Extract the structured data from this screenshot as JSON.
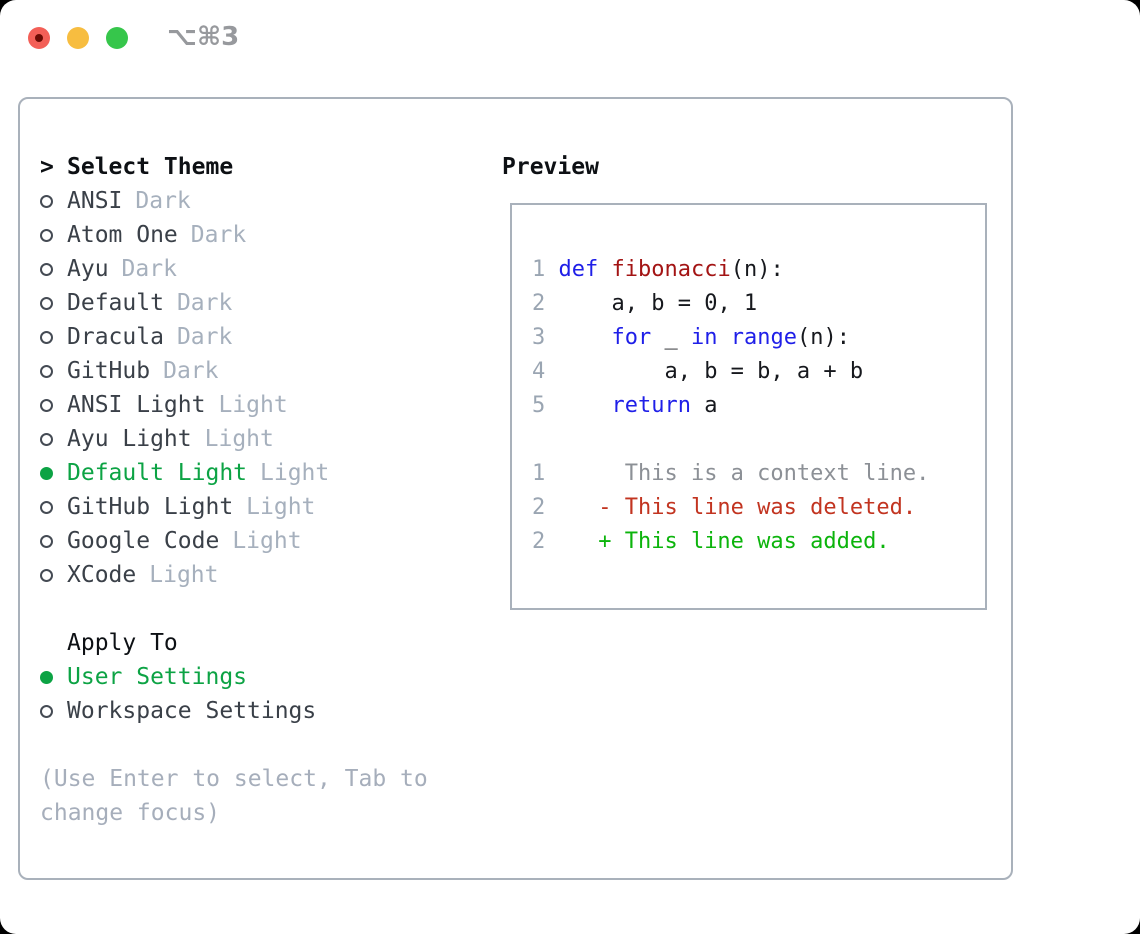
{
  "titlebar": {
    "shortcut": "⌥⌘3"
  },
  "theme_selector": {
    "header_caret": ">",
    "header": "Select Theme",
    "items": [
      {
        "name": "ANSI",
        "variant": "Dark",
        "selected": false
      },
      {
        "name": "Atom One",
        "variant": "Dark",
        "selected": false
      },
      {
        "name": "Ayu",
        "variant": "Dark",
        "selected": false
      },
      {
        "name": "Default",
        "variant": "Dark",
        "selected": false
      },
      {
        "name": "Dracula",
        "variant": "Dark",
        "selected": false
      },
      {
        "name": "GitHub",
        "variant": "Dark",
        "selected": false
      },
      {
        "name": "ANSI Light",
        "variant": "Light",
        "selected": false
      },
      {
        "name": "Ayu Light",
        "variant": "Light",
        "selected": false
      },
      {
        "name": "Default Light",
        "variant": "Light",
        "selected": true
      },
      {
        "name": "GitHub Light",
        "variant": "Light",
        "selected": false
      },
      {
        "name": "Google Code",
        "variant": "Light",
        "selected": false
      },
      {
        "name": "XCode",
        "variant": "Light",
        "selected": false
      }
    ]
  },
  "apply_to": {
    "header": "Apply To",
    "options": [
      {
        "name": "User Settings",
        "selected": true
      },
      {
        "name": "Workspace Settings",
        "selected": false
      }
    ]
  },
  "hint": {
    "line1": "(Use Enter to select, Tab to",
    "line2": "change focus)"
  },
  "preview": {
    "header": "Preview",
    "lines": [
      {
        "segments": [
          {
            "c": "num",
            "t": "1 "
          },
          {
            "c": "kw",
            "t": "def"
          },
          {
            "c": "plain",
            "t": " "
          },
          {
            "c": "fn",
            "t": "fibonacci"
          },
          {
            "c": "plain",
            "t": "(n):"
          }
        ]
      },
      {
        "segments": [
          {
            "c": "num",
            "t": "2 "
          },
          {
            "c": "plain",
            "t": "    a, b = 0, 1"
          }
        ]
      },
      {
        "segments": [
          {
            "c": "num",
            "t": "3 "
          },
          {
            "c": "plain",
            "t": "    "
          },
          {
            "c": "kw",
            "t": "for"
          },
          {
            "c": "plain",
            "t": " _ "
          },
          {
            "c": "kw",
            "t": "in"
          },
          {
            "c": "plain",
            "t": " "
          },
          {
            "c": "kw",
            "t": "range"
          },
          {
            "c": "plain",
            "t": "(n):"
          }
        ]
      },
      {
        "segments": [
          {
            "c": "num",
            "t": "4 "
          },
          {
            "c": "plain",
            "t": "        a, b = b, a + b"
          }
        ]
      },
      {
        "segments": [
          {
            "c": "num",
            "t": "5 "
          },
          {
            "c": "plain",
            "t": "    "
          },
          {
            "c": "kw",
            "t": "return"
          },
          {
            "c": "plain",
            "t": " a"
          }
        ]
      },
      {
        "segments": []
      },
      {
        "segments": [
          {
            "c": "num",
            "t": "1"
          },
          {
            "c": "ctx",
            "t": "      This is a context line."
          }
        ]
      },
      {
        "segments": [
          {
            "c": "num",
            "t": "2"
          },
          {
            "c": "del",
            "t": "    - This line was deleted."
          }
        ]
      },
      {
        "segments": [
          {
            "c": "num",
            "t": "2"
          },
          {
            "c": "add",
            "t": "    + This line was added."
          }
        ]
      }
    ]
  },
  "colors": {
    "selected-green": "#0ca344",
    "added-green": "#0cb40c",
    "deleted-red": "#c23420",
    "keyword-blue": "#1f1fe8",
    "function-red": "#a31414",
    "code-ink": "#16181d",
    "heading-ink": "#0d1014",
    "item-ink": "#3a4048",
    "muted-gray": "#a6b0bd",
    "linenum-gray": "#9aa5b2",
    "context-gray": "#8c9096",
    "hint-gray": "#a6aebb",
    "border-gray": "#a9b1bb",
    "titlebar-gray": "#97999d",
    "traffic-red": "#f35f57",
    "traffic-red-dot": "#6b0b04",
    "traffic-yellow": "#f7bd40",
    "traffic-green": "#36c64b"
  }
}
